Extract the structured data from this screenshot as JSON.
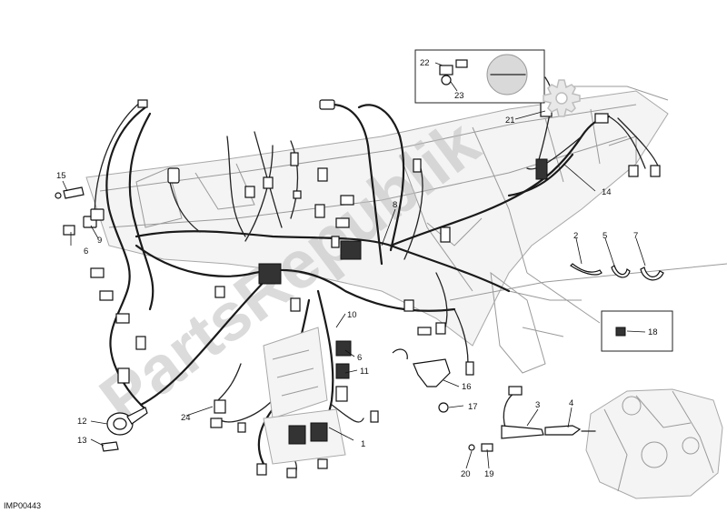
{
  "figure": {
    "code": "IMP00443"
  },
  "watermark": {
    "text": "PartsRepublik"
  },
  "callouts": [
    {
      "id": "c1",
      "label": "1"
    },
    {
      "id": "c2",
      "label": "2"
    },
    {
      "id": "c3",
      "label": "3"
    },
    {
      "id": "c4",
      "label": "4"
    },
    {
      "id": "c5",
      "label": "5"
    },
    {
      "id": "c6a",
      "label": "6"
    },
    {
      "id": "c6b",
      "label": "6"
    },
    {
      "id": "c7",
      "label": "7"
    },
    {
      "id": "c8",
      "label": "8"
    },
    {
      "id": "c9",
      "label": "9"
    },
    {
      "id": "c10",
      "label": "10"
    },
    {
      "id": "c11",
      "label": "11"
    },
    {
      "id": "c12",
      "label": "12"
    },
    {
      "id": "c13",
      "label": "13"
    },
    {
      "id": "c14",
      "label": "14"
    },
    {
      "id": "c15",
      "label": "15"
    },
    {
      "id": "c16",
      "label": "16"
    },
    {
      "id": "c17",
      "label": "17"
    },
    {
      "id": "c18",
      "label": "18"
    },
    {
      "id": "c19",
      "label": "19"
    },
    {
      "id": "c20",
      "label": "20"
    },
    {
      "id": "c21",
      "label": "21"
    },
    {
      "id": "c22",
      "label": "22"
    },
    {
      "id": "c23",
      "label": "23"
    },
    {
      "id": "c24",
      "label": "24"
    }
  ],
  "colors": {
    "line": "#111111",
    "frame": "#9a9a9a",
    "watermark": "#bdbdbd"
  }
}
